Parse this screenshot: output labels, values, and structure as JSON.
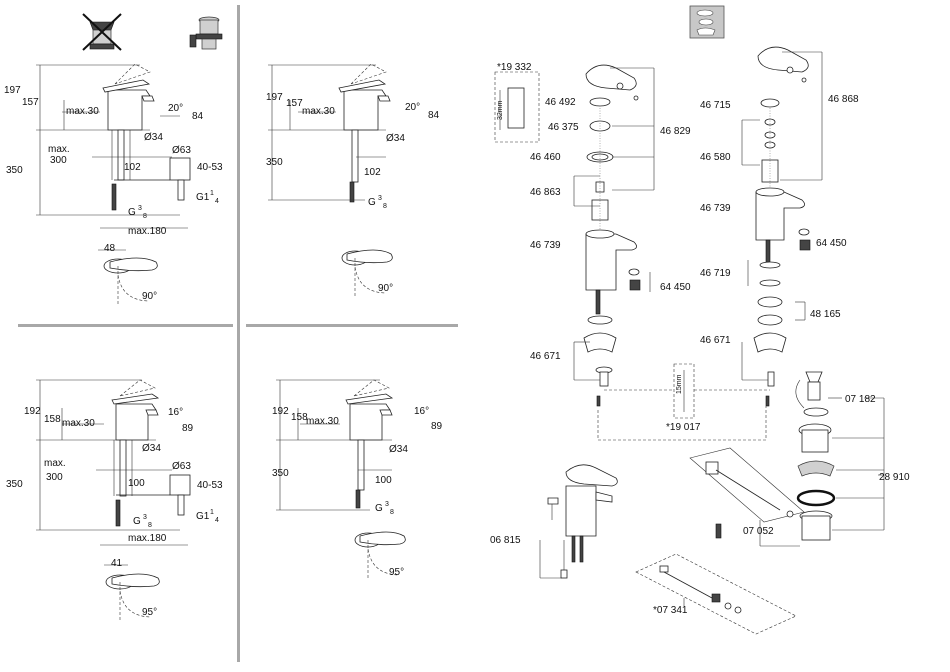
{
  "q1": {
    "h1": "197",
    "h2": "157",
    "reach": "max.30",
    "angle": "20°",
    "r84": "84",
    "dia1": "Ø34",
    "maxlbl": "max.",
    "v300": "300",
    "v350": "350",
    "v102": "102",
    "dia2": "Ø63",
    "r4053": "40-53",
    "g38_g": "G",
    "g38_n": "3",
    "g38_d": "8",
    "g114_g": "G1",
    "g114_n": "1",
    "g114_d": "4",
    "max180": "max.180",
    "w48": "48",
    "rot": "90°"
  },
  "q2": {
    "h1": "197",
    "h2": "157",
    "reach": "max.30",
    "angle": "20°",
    "r84": "84",
    "dia1": "Ø34",
    "v350": "350",
    "v102": "102",
    "g38_g": "G",
    "g38_n": "3",
    "g38_d": "8",
    "rot": "90°"
  },
  "q3": {
    "h1": "192",
    "h2": "158",
    "reach": "max.30",
    "angle": "16°",
    "r89": "89",
    "dia1": "Ø34",
    "maxlbl": "max.",
    "v300": "300",
    "v350": "350",
    "v100": "100",
    "dia2": "Ø63",
    "r4053": "40-53",
    "g38_g": "G",
    "g38_n": "3",
    "g38_d": "8",
    "g114_g": "G1",
    "g114_n": "1",
    "g114_d": "4",
    "max180": "max.180",
    "w41": "41",
    "rot": "95°"
  },
  "q4": {
    "h1": "192",
    "h2": "158",
    "reach": "max.30",
    "angle": "16°",
    "r89": "89",
    "dia1": "Ø34",
    "v350": "350",
    "v100": "100",
    "g38_g": "G",
    "g38_n": "3",
    "g38_d": "8",
    "rot": "95°"
  },
  "parts": {
    "p19332": "*19 332",
    "mm32": "32mm",
    "p46492": "46 492",
    "p46375": "46 375",
    "p46460": "46 460",
    "p46863": "46 863",
    "p46739a": "46 739",
    "p46829": "46 829",
    "p64450a": "64 450",
    "p46671a": "46 671",
    "p46715": "46 715",
    "p46868": "46 868",
    "p46580": "46 580",
    "p46739b": "46 739",
    "p64450b": "64 450",
    "p46719": "46 719",
    "p48165": "48 165",
    "p46671b": "46 671",
    "p07182": "07 182",
    "p28910": "28 910",
    "p07052": "07 052",
    "p19017": "*19 017",
    "mm15": "15mm",
    "p06815": "06 815",
    "p07341": "*07 341"
  },
  "icons": [
    "no-popup-waste-icon",
    "popup-waste-icon",
    "finish-swatch-icon"
  ]
}
